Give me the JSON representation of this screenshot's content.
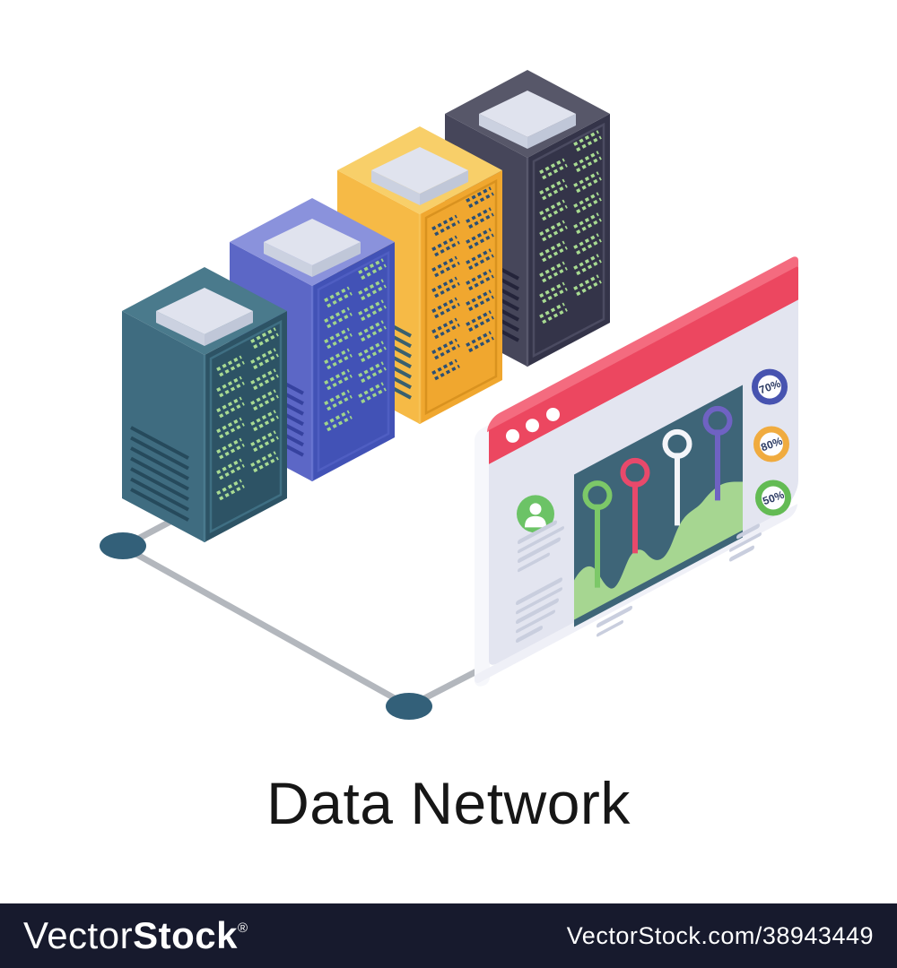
{
  "title": {
    "text": "Data Network"
  },
  "watermark": {
    "brand_light": "Vector",
    "brand_bold": "Stock",
    "registered_mark": "®",
    "site_credit": "VectorStock.com/38943449",
    "bar_color": "#171a2d",
    "text_color": "#ffffff"
  },
  "illustration": {
    "dashboard": {
      "titlebar_color": "#ec4760",
      "titlebar_top_color": "#f46b7f",
      "body_color": "#e3e5f0",
      "side_color": "#f6f7fb",
      "panel_color": "#3e6578",
      "area_color": "#a6d691",
      "avatar_color": "#6cc366",
      "text_line_color": "#c9cede",
      "window_dot_color": "#ffffff",
      "badge_text_color": "#2c3b63",
      "badges": [
        {
          "label": "70%",
          "ring_color": "#4753b0"
        },
        {
          "label": "80%",
          "ring_color": "#f0ab3f"
        },
        {
          "label": "50%",
          "ring_color": "#63bb54"
        }
      ],
      "pins": [
        {
          "name": "pin-marker-green",
          "color": "#7cc868"
        },
        {
          "name": "pin-marker-red",
          "color": "#e8496b"
        },
        {
          "name": "pin-marker-white",
          "color": "#f4f5f9"
        },
        {
          "name": "pin-marker-purple",
          "color": "#6f62c3"
        }
      ]
    },
    "servers": [
      {
        "id": "teal",
        "top": "#4a7a8c",
        "left": "#3f6c80",
        "right": "#2d5365",
        "edge": "#4e8095",
        "vent": "#264a5c",
        "led": "#a9db93",
        "panel_border": "#3f6f83"
      },
      {
        "id": "indigo",
        "top": "#8a92dc",
        "left": "#5c67c6",
        "right": "#4252b6",
        "edge": "#6d79d4",
        "vent": "#36429f",
        "led": "#a0d48b",
        "panel_border": "#4f5ec2"
      },
      {
        "id": "yellow",
        "top": "#f8cf69",
        "left": "#f6ba46",
        "right": "#f0a72f",
        "edge": "#f8c65c",
        "vent": "#39606f",
        "led": "#2b4f73",
        "panel_border": "#d9921f"
      },
      {
        "id": "dark",
        "top": "#575769",
        "left": "#46465a",
        "right": "#343449",
        "edge": "#5f5f73",
        "vent": "#24243a",
        "led": "#a8db91",
        "panel_border": "#4b4b61"
      }
    ],
    "plate": {
      "top": "#e0e3ee",
      "left_side": "#cbd1e0",
      "right_side": "#c0c7d8"
    },
    "network": {
      "line_color": "#b3b7bd",
      "node_color": "#336079",
      "node_count": 2
    }
  }
}
